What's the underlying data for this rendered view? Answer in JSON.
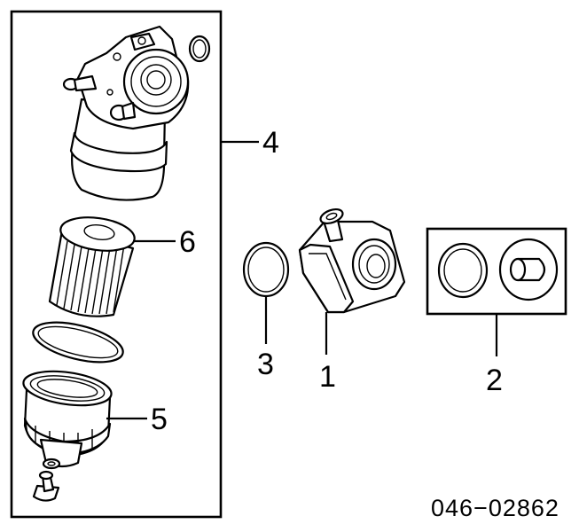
{
  "callouts": {
    "p1": "1",
    "p2": "2",
    "p3": "3",
    "p4": "4",
    "p5": "5",
    "p6": "6"
  },
  "catalog_number": "046−02862",
  "colors": {
    "line": "#000000",
    "background": "#ffffff"
  }
}
